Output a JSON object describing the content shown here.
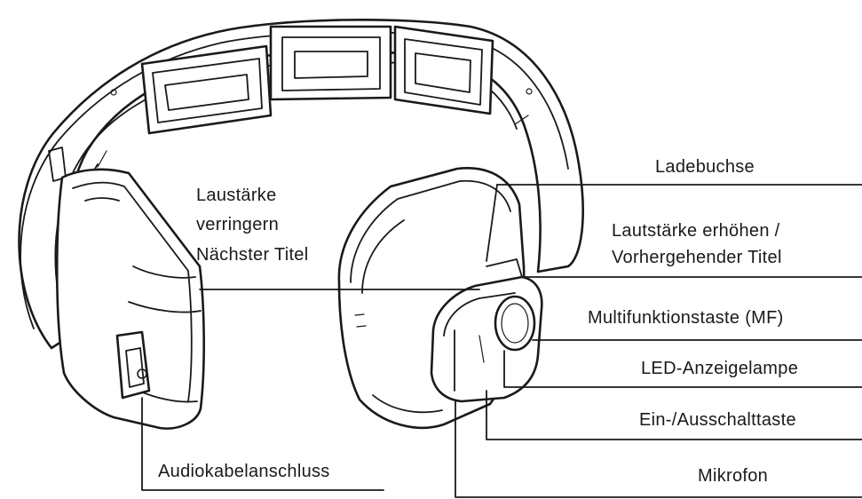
{
  "labels": {
    "ladebuchse": "Ladebuchse",
    "lautstaerke_erhoehen_1": "Lautstärke erhöhen /",
    "lautstaerke_erhoehen_2": "Vorhergehender Titel",
    "multifunktionstaste": "Multifunktionstaste (MF)",
    "led": "LED-Anzeigelampe",
    "ein_aus": "Ein-/Ausschalttaste",
    "mikrofon": "Mikrofon",
    "audiokabel": "Audiokabelanschluss",
    "lautstaerke_verringern_1": "Laustärke",
    "lautstaerke_verringern_2": "verringern",
    "lautstaerke_verringern_3": "Nächster Titel"
  }
}
